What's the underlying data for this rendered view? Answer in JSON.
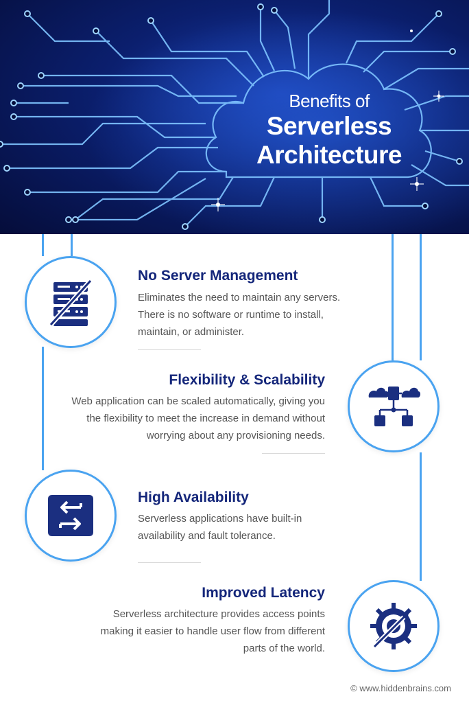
{
  "header": {
    "title_line1": "Benefits of",
    "title_line2": "Serverless",
    "title_line3": "Architecture"
  },
  "features": [
    {
      "title": "No Server Management",
      "description": "Eliminates the need to maintain any servers. There is no software or runtime to install, maintain, or administer.",
      "icon": "server-off-icon"
    },
    {
      "title": "Flexibility & Scalability",
      "description": "Web application can be scaled automatically, giving you the flexibility to meet the increase in demand without worrying about any provisioning needs.",
      "icon": "cloud-network-icon"
    },
    {
      "title": "High Availability",
      "description": "Serverless applications have built-in availability and fault tolerance.",
      "icon": "arrows-exchange-icon"
    },
    {
      "title": "Improved Latency",
      "description": "Serverless architecture provides access points making it easier to handle user flow from different parts of the world.",
      "icon": "speed-gear-icon"
    }
  ],
  "footer": {
    "copyright": "© www.hiddenbrains.com"
  },
  "colors": {
    "title_navy": "#14267a",
    "accent_blue": "#4aa3f0",
    "icon_navy": "#1b2f80"
  }
}
